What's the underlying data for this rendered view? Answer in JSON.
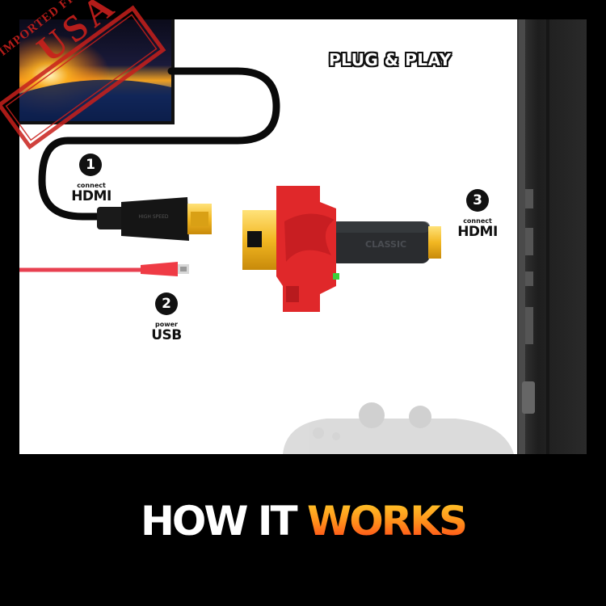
{
  "headline": "PLUG & PLAY",
  "steps": [
    {
      "number": "1",
      "action": "connect",
      "port": "HDMI"
    },
    {
      "number": "2",
      "action": "power",
      "port": "USB"
    },
    {
      "number": "3",
      "action": "connect",
      "port": "HDMI"
    }
  ],
  "footer": {
    "part1": "HOW IT ",
    "part2": "WORKS"
  },
  "stamp": {
    "line1": "IMPORTED FROM",
    "line2": "USA"
  },
  "device": {
    "brand": "CLASSIC"
  },
  "cable": {
    "imprint": "HIGH SPEED"
  },
  "colors": {
    "accent_red": "#e0282a",
    "footer_gradient_top": "#ffd12a",
    "footer_gradient_bottom": "#ff3a1a",
    "stamp_red": "#c8201c",
    "background": "#000000"
  },
  "icons": [
    "tv-screen",
    "hdmi-cable",
    "usb-cable",
    "hdmi-adapter",
    "game-controller",
    "console",
    "usa-stamp"
  ]
}
